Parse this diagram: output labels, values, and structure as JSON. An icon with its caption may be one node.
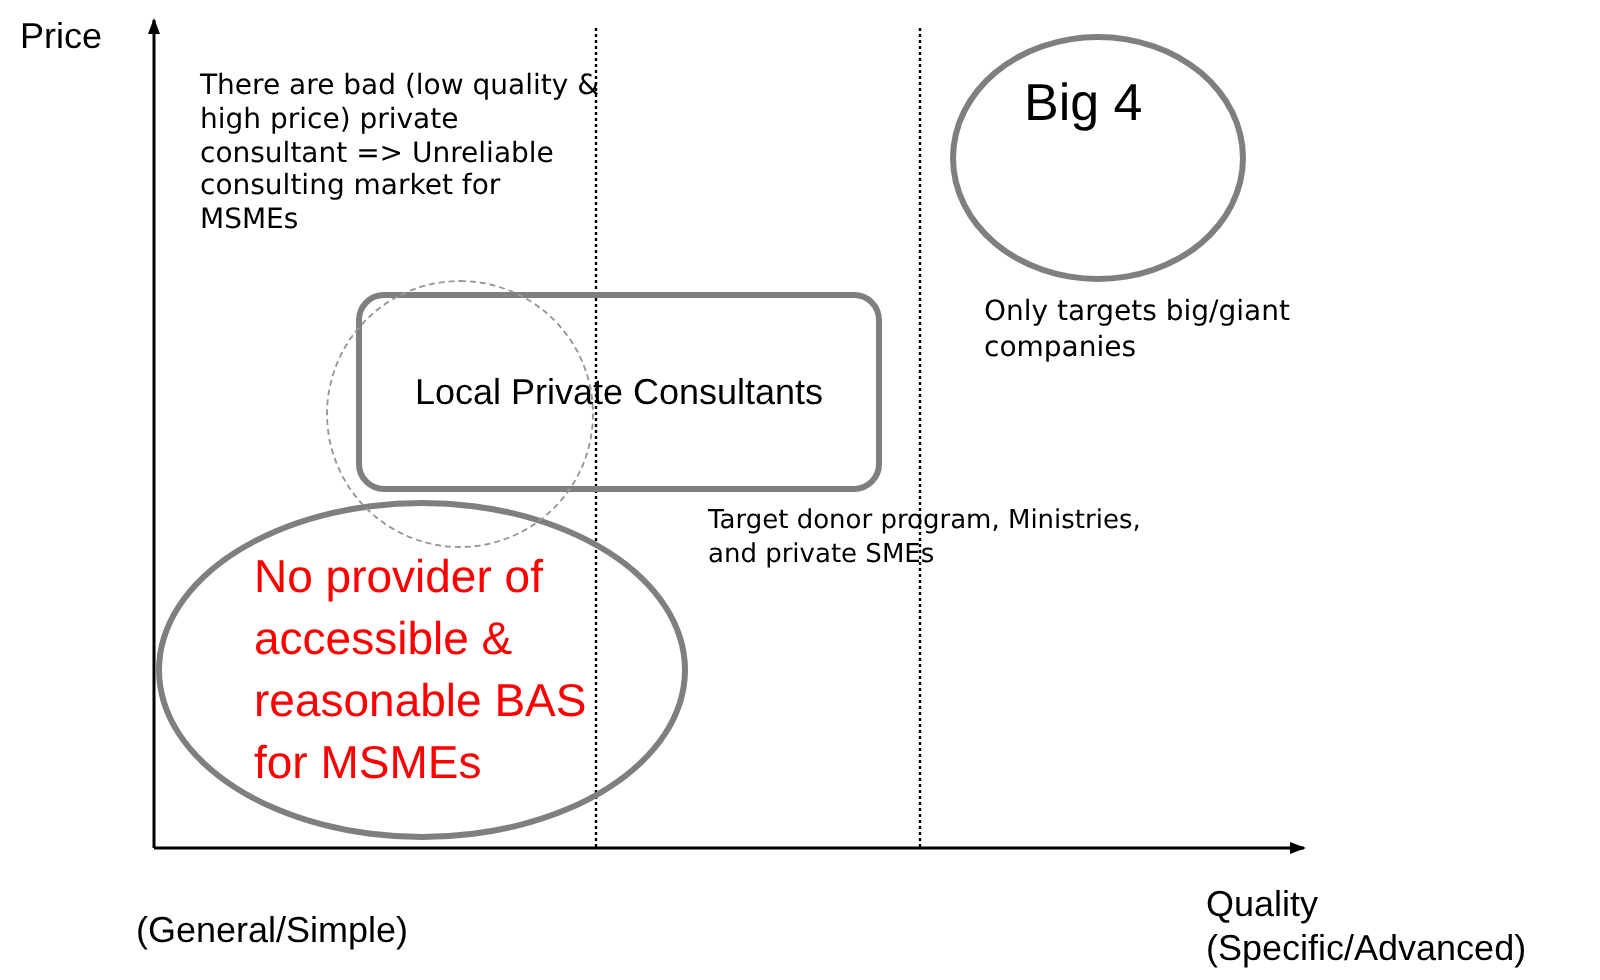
{
  "diagram": {
    "nodes": [
      {
        "text": [
          "Big 4"
        ],
        "beside": [
          "Only targets big/giant companies"
        ]
      },
      {
        "text": [
          "Local Private Consultants"
        ],
        "beside": [
          "Target donor program, Ministries, and private SMEs"
        ]
      },
      {
        "text": [
          "No provider of accessible & reasonable BAS for MSMEs"
        ]
      },
      {
        "text": [],
        "shape": "circle"
      }
    ],
    "labels": [
      "Price",
      "There are bad (low quality & high price) private consultant => Unreliable consulting market for MSMEs",
      "(General/Simple)",
      "Quality (Specific/Advanced)"
    ]
  }
}
